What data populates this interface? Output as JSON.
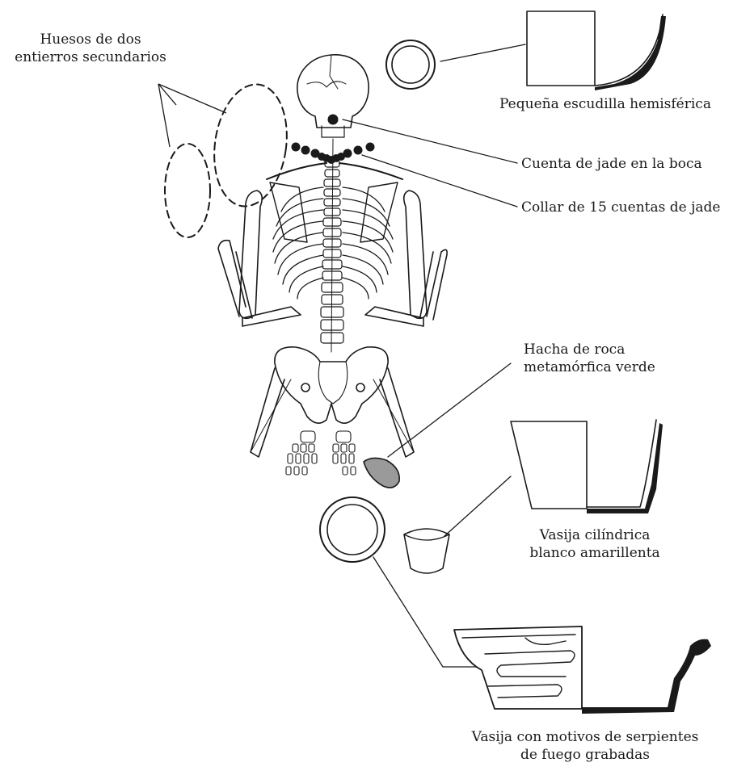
{
  "labels": {
    "secondary_bones": [
      "Huesos de dos",
      "entierros secundarios"
    ],
    "small_bowl": "Pequeña escudilla hemisférica",
    "jade_bead_mouth": "Cuenta de jade en la boca",
    "jade_necklace": "Collar de 15 cuentas de jade",
    "axe": [
      "Hacha de roca",
      "metamórfica verde"
    ],
    "cylindrical_vessel": [
      "Vasija cilíndrica",
      "blanco amarillenta"
    ],
    "serpent_vessel": [
      "Vasija con motivos de serpientes",
      "de fuego grabadas"
    ]
  },
  "colors": {
    "ink": "#1a1a1a",
    "axe_fill": "#9a9a9a"
  }
}
